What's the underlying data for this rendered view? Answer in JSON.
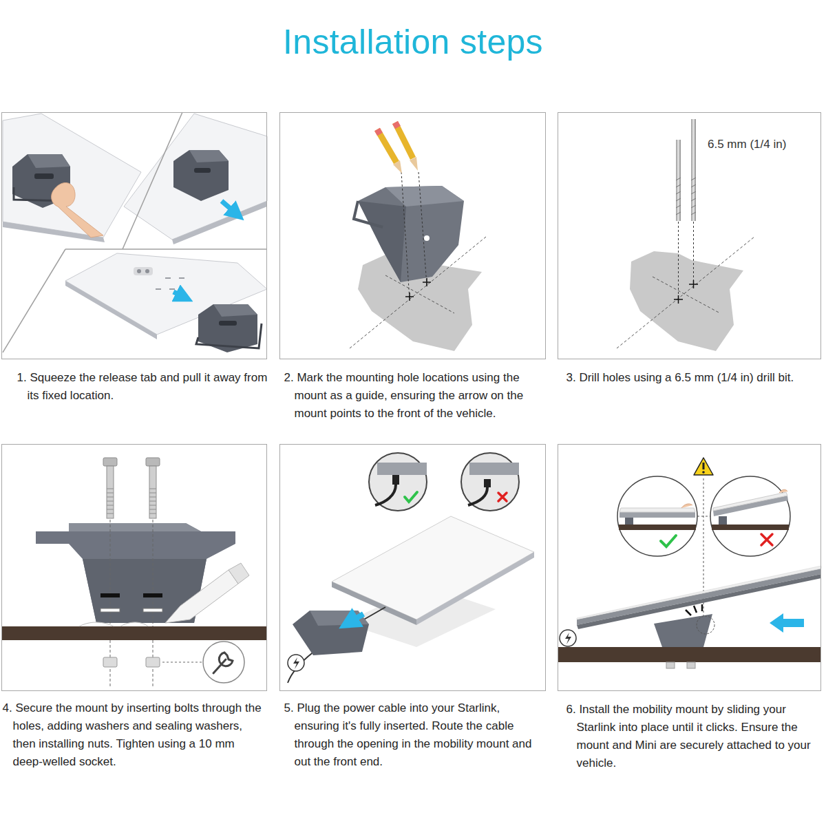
{
  "diagram": {
    "title": "Installation steps",
    "nodes": [
      {
        "text": [
          "1. Squeeze the release tab and pull it away from its fixed location."
        ]
      },
      {
        "text": [
          "2. Mark the mounting hole locations using the mount as a guide, ensuring the arrow on the mount points to the front of the vehicle."
        ]
      },
      {
        "text": [
          "3. Drill holes using a 6.5 mm (1/4 in) drill bit."
        ]
      },
      {
        "text": [
          "4. Secure the mount by inserting bolts through the holes, adding washers and sealing washers, then installing nuts. Tighten using a 10 mm deep-welled socket."
        ]
      },
      {
        "text": [
          "5. Plug the power cable into your Starlink, ensuring it's fully inserted. Route the cable through the opening in the mobility mount and out the front end."
        ]
      },
      {
        "text": [
          "6. Install the mobility mount by sliding your Starlink into place until it clicks. Ensure the mount and Mini are securely attached to your vehicle."
        ]
      }
    ],
    "labels": [
      "6.5 mm (1/4 in)"
    ]
  }
}
